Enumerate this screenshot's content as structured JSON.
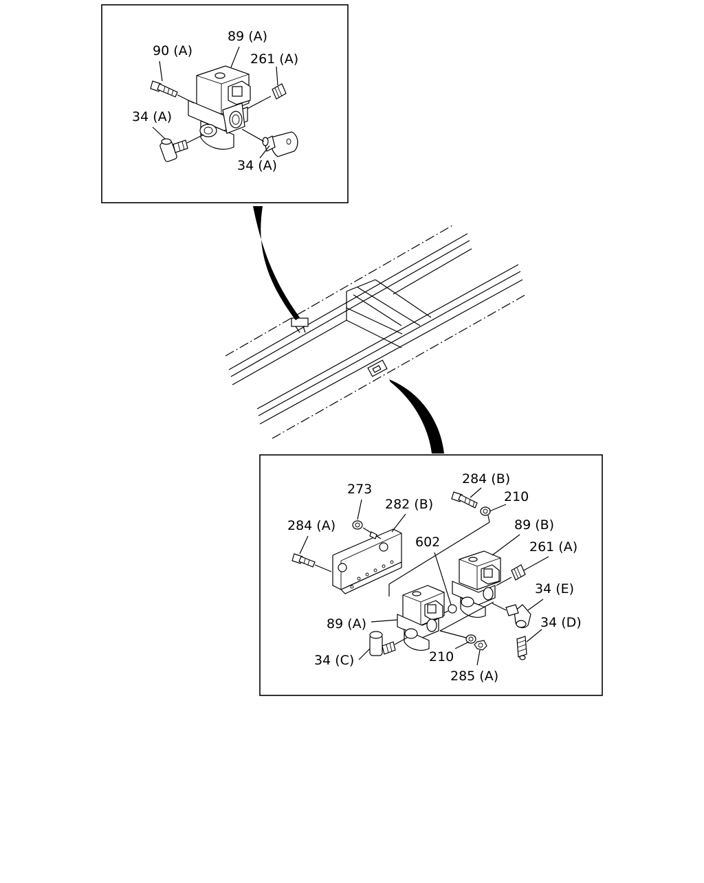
{
  "diagram": {
    "top_inset": {
      "labels": [
        "89 (A)",
        "90 (A)",
        "261 (A)",
        "34 (A)",
        "34 (A)"
      ]
    },
    "bottom_inset": {
      "labels": [
        "284 (B)",
        "273",
        "210",
        "282 (B)",
        "284 (A)",
        "89 (B)",
        "602",
        "261 (A)",
        "34 (E)",
        "89 (A)",
        "34 (D)",
        "210",
        "34 (C)",
        "285 (A)"
      ]
    }
  }
}
